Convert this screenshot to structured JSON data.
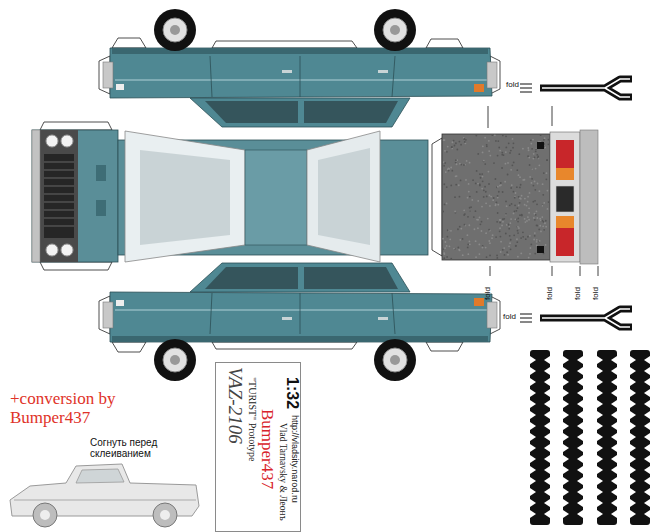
{
  "diagram": {
    "nodes": [
      {
        "text": [
          "VAZ-2106",
          "\"TURIST\" Prototype",
          "Bumper437",
          "Vlad Tarnavsky & Леонъ",
          "http://vladsity.narod.ru",
          "1:32"
        ]
      }
    ],
    "labels": [
      "fold",
      "fold",
      "fold",
      "fold",
      "fold",
      "fold",
      "+conversion by Bumper437",
      "Согнуть перед склеиванием"
    ]
  }
}
